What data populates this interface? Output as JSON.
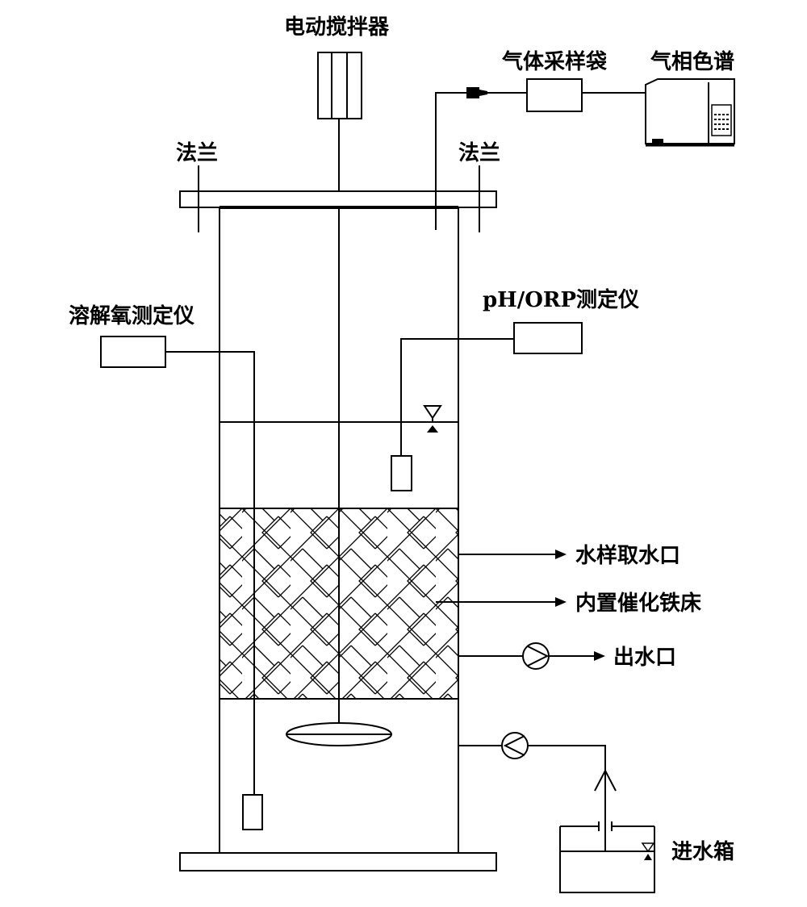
{
  "labels": {
    "stirrer": "电动搅拌器",
    "gas_bag": "气体采样袋",
    "gas_chromatograph": "气相色谱",
    "flange_left": "法兰",
    "flange_right": "法兰",
    "do_meter": "溶解氧测定仪",
    "ph_orp_meter": "pH/ORP测定仪",
    "sampling_port": "水样取水口",
    "iron_bed": "内置催化铁床",
    "outlet": "出水口",
    "inlet_tank": "进水箱"
  },
  "colors": {
    "line": "#000000",
    "background": "#ffffff"
  },
  "icons": {
    "water_level": "water-level-triangle-icon",
    "pump_outlet": "pump-icon",
    "pump_inlet": "pump-icon"
  }
}
